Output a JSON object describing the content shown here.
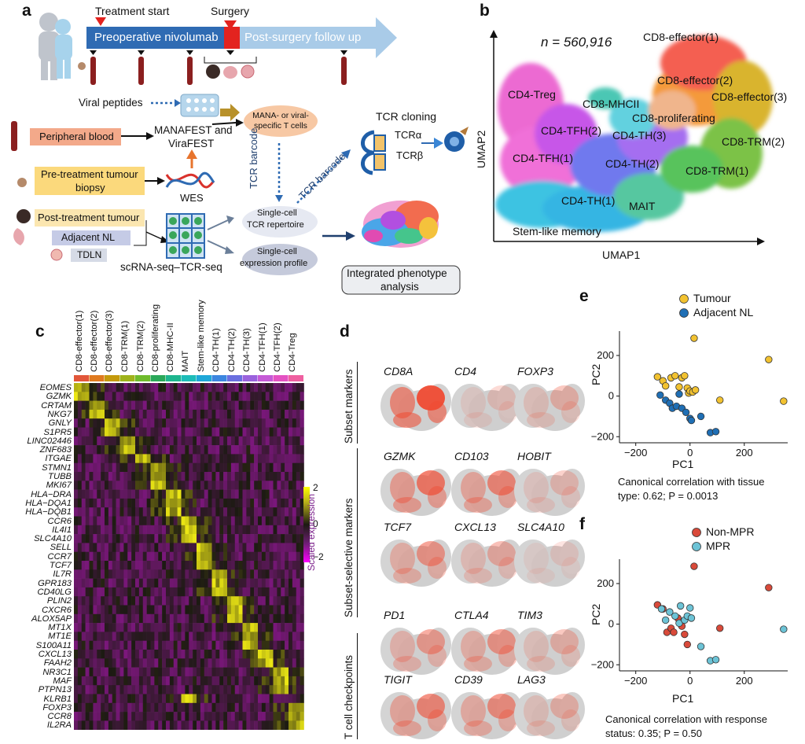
{
  "panels": {
    "a": "a",
    "b": "b",
    "c": "c",
    "d": "d",
    "e": "e",
    "f": "f"
  },
  "panel_a": {
    "treatment_start": "Treatment start",
    "surgery": "Surgery",
    "preop": "Preoperative nivolumab",
    "postop": "Post-surgery follow up",
    "viral_peptides": "Viral peptides",
    "mana": "MANA- or viral-specific T cells",
    "manafest_line1": "MANAFEST and",
    "manafest_line2": "ViraFEST",
    "peripheral_blood": "Peripheral blood",
    "pretreatment_line1": "Pre-treatment tumour",
    "pretreatment_line2": "biopsy",
    "wes": "WES",
    "post_treatment": "Post-treatment tumour",
    "adjacent_nl": "Adjacent NL",
    "tdln": "TDLN",
    "scrna": "scRNA-seq–TCR-seq",
    "tcr_barcode_1": "TCR barcode",
    "tcr_barcode_2": "TCR barcode",
    "sc_tcr_line1": "Single-cell",
    "sc_tcr_line2": "TCR repertoire",
    "sc_expr_line1": "Single-cell",
    "sc_expr_line2": "expression profile",
    "tcr_cloning": "TCR cloning",
    "tcr_alpha": "TCRα",
    "tcr_beta": "TCRβ",
    "integrated_line1": "Integrated phenotype",
    "integrated_line2": "analysis"
  },
  "panel_b": {
    "n_label": "n = 560,916",
    "xaxis": "UMAP1",
    "yaxis": "UMAP2",
    "clusters": [
      "CD8-effector(1)",
      "CD8-effector(2)",
      "CD8-effector(3)",
      "CD4-Treg",
      "CD8-MHCII",
      "CD8-proliferating",
      "CD4-TFH(2)",
      "CD4-TH(3)",
      "CD8-TRM(2)",
      "CD4-TFH(1)",
      "CD4-TH(2)",
      "CD8-TRM(1)",
      "CD4-TH(1)",
      "MAIT",
      "Stem-like memory"
    ]
  },
  "panel_c": {
    "columns": [
      "CD8-effector(1)",
      "CD8-effector(2)",
      "CD8-effector(3)",
      "CD8-TRM(1)",
      "CD8-TRM(2)",
      "CD8-proliferating",
      "CD8-MHC-II",
      "MAIT",
      "Stem-like memory",
      "CD4-TH(1)",
      "CD4-TH(2)",
      "CD4-TH(3)",
      "CD4-TFH(1)",
      "CD4-TFH(2)",
      "CD4-Treg"
    ],
    "column_colors": [
      "#e2563a",
      "#e07a1e",
      "#c49a0c",
      "#9fb21a",
      "#6fbb2c",
      "#2aa85a",
      "#1db58e",
      "#1dbcb8",
      "#1ea7d8",
      "#3c86e0",
      "#6a6fe0",
      "#9a62dd",
      "#c55ad6",
      "#e452c2",
      "#ef5fa0"
    ],
    "genes": [
      "EOMES",
      "GZMK",
      "CRTAM",
      "NKG7",
      "GNLY",
      "S1PR5",
      "LINC02446",
      "ZNF683",
      "ITGAE",
      "STMN1",
      "TUBB",
      "MKI67",
      "HLA−DRA",
      "HLA−DQA1",
      "HLA−DQB1",
      "CCR6",
      "IL4I1",
      "SLC4A10",
      "SELL",
      "CCR7",
      "TCF7",
      "IL7R",
      "GPR183",
      "CD40LG",
      "PLIN2",
      "CXCR6",
      "ALOX5AP",
      "MT1X",
      "MT1E",
      "S100A11",
      "CXCL13",
      "FAAH2",
      "NR3C1",
      "MAF",
      "PTPN13",
      "KLRB1",
      "FOXP3",
      "CCR8",
      "IL2RA"
    ],
    "legend_title": "Scaled expression",
    "legend_ticks": [
      "2",
      "0",
      "−2"
    ]
  },
  "panel_d": {
    "group_labels": [
      "Subset markers",
      "Subset-selective markers",
      "T cell checkpoints"
    ],
    "markers": [
      "CD8A",
      "CD4",
      "FOXP3",
      "GZMK",
      "CD103",
      "HOBIT",
      "TCF7",
      "CXCL13",
      "SLC4A10",
      "PD1",
      "CTLA4",
      "TIM3",
      "TIGIT",
      "CD39",
      "LAG3"
    ]
  },
  "panel_e": {
    "legend": [
      "Tumour",
      "Adjacent NL"
    ],
    "xlabel": "PC1",
    "ylabel": "PC2",
    "caption_line1": "Canonical correlation with tissue",
    "caption_line2": "type: 0.62; P = 0.0013",
    "colors": {
      "Tumour": "#f2c230",
      "Adjacent NL": "#1f6fb5"
    }
  },
  "panel_f": {
    "legend": [
      "Non-MPR",
      "MPR"
    ],
    "xlabel": "PC1",
    "ylabel": "PC2",
    "caption_line1": "Canonical correlation with response",
    "caption_line2": "status: 0.35; P = 0.50",
    "colors": {
      "Non-MPR": "#d94a3a",
      "MPR": "#6cc3d6"
    }
  },
  "chart_data": [
    {
      "type": "scatter",
      "panel": "e",
      "xlabel": "PC1",
      "ylabel": "PC2",
      "xlim": [
        -260,
        360
      ],
      "ylim": [
        -230,
        320
      ],
      "xticks": [
        -200,
        0,
        200
      ],
      "yticks": [
        -200,
        0,
        200
      ],
      "series": [
        {
          "name": "Tumour",
          "x": [
            15,
            -120,
            -100,
            -70,
            -55,
            -30,
            -20,
            -10,
            -5,
            0,
            10,
            20,
            -40,
            -90,
            110,
            290,
            345
          ],
          "y": [
            285,
            95,
            75,
            90,
            100,
            90,
            100,
            40,
            15,
            25,
            20,
            30,
            45,
            50,
            -20,
            180,
            -25
          ]
        },
        {
          "name": "Adjacent NL",
          "x": [
            -110,
            -90,
            -75,
            -65,
            -50,
            -40,
            -30,
            -15,
            0,
            5,
            40,
            75,
            95
          ],
          "y": [
            5,
            -20,
            -35,
            -60,
            -50,
            10,
            -60,
            -80,
            -110,
            -120,
            -100,
            -180,
            -175
          ]
        }
      ]
    },
    {
      "type": "scatter",
      "panel": "f",
      "xlabel": "PC1",
      "ylabel": "PC2",
      "xlim": [
        -260,
        360
      ],
      "ylim": [
        -230,
        320
      ],
      "xticks": [
        -200,
        0,
        200
      ],
      "yticks": [
        -200,
        0,
        200
      ],
      "series": [
        {
          "name": "Non-MPR",
          "x": [
            15,
            -120,
            -100,
            -85,
            -70,
            -45,
            -30,
            -20,
            -10,
            -60,
            110,
            290
          ],
          "y": [
            285,
            95,
            75,
            -40,
            -20,
            30,
            -10,
            -50,
            -100,
            -40,
            -20,
            180
          ]
        },
        {
          "name": "MPR",
          "x": [
            -105,
            -90,
            -75,
            -55,
            -40,
            -35,
            -20,
            -10,
            0,
            5,
            40,
            75,
            95,
            345
          ],
          "y": [
            75,
            20,
            60,
            40,
            5,
            90,
            20,
            40,
            80,
            30,
            -110,
            -180,
            -175,
            -25
          ]
        }
      ]
    },
    {
      "type": "heatmap",
      "panel": "c",
      "value_range": [
        -2,
        2
      ]
    }
  ]
}
